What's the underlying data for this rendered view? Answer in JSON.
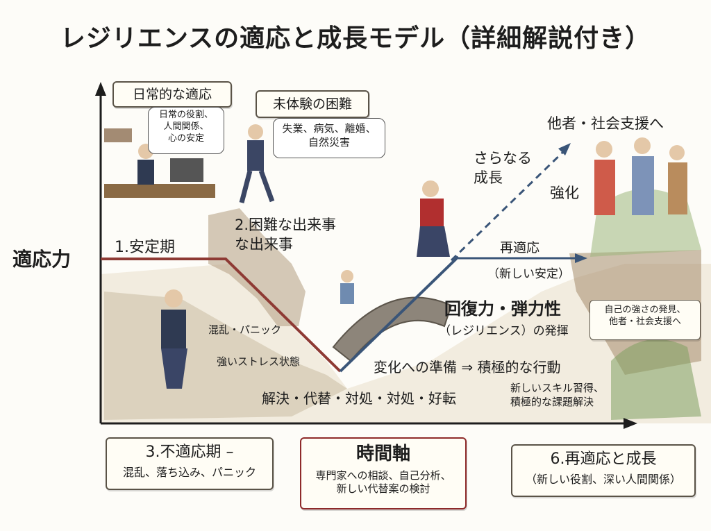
{
  "title": "レジリエンスの適応と成長モデル（詳細解説付き）",
  "y_axis_label": "適応力",
  "stage1": {
    "header": "日常的な適応",
    "bubble": "日常の役割、\n人間関係、\n心の安定",
    "label": "1.安定期"
  },
  "stage2": {
    "header": "未体験の困難",
    "bubble": "失業、病気、離婚、\n自然災害",
    "label": "2.困難な出来事\nな出来事"
  },
  "stress": {
    "panic": "混乱・パニック",
    "stress_state": "強いストレス状態"
  },
  "coping": "解決・代替・対処・対処・好転",
  "change": "変化への準備 ⇒ 積極的な行動",
  "skills": "新しいスキル習得、\n積極的な課題解決",
  "resilience": {
    "title": "回復力・弾力性",
    "sub": "（レジリエンス）の発揮"
  },
  "readapt": {
    "title": "再適応",
    "sub": "（新しい安定）"
  },
  "growth": {
    "further": "さらなる\n成長",
    "strengthen": "強化",
    "support": "他者・社会支援へ",
    "self_box": "自己の強さの発見、\n他者・社会支援へ"
  },
  "bottom": {
    "stage3_title": "3.不適応期 –",
    "stage3_sub": "混乱、落ち込み、パニック",
    "time_title": "時間軸",
    "time_sub": "専門家への相談、自己分析、\n新しい代替案の検討",
    "stage6_title": "6.再適応と成長",
    "stage6_sub": "（新しい役割、深い人間関係）"
  },
  "colors": {
    "decline_line": "#8e3a34",
    "recovery_line": "#3a5578",
    "axis": "#1d1d1d"
  }
}
